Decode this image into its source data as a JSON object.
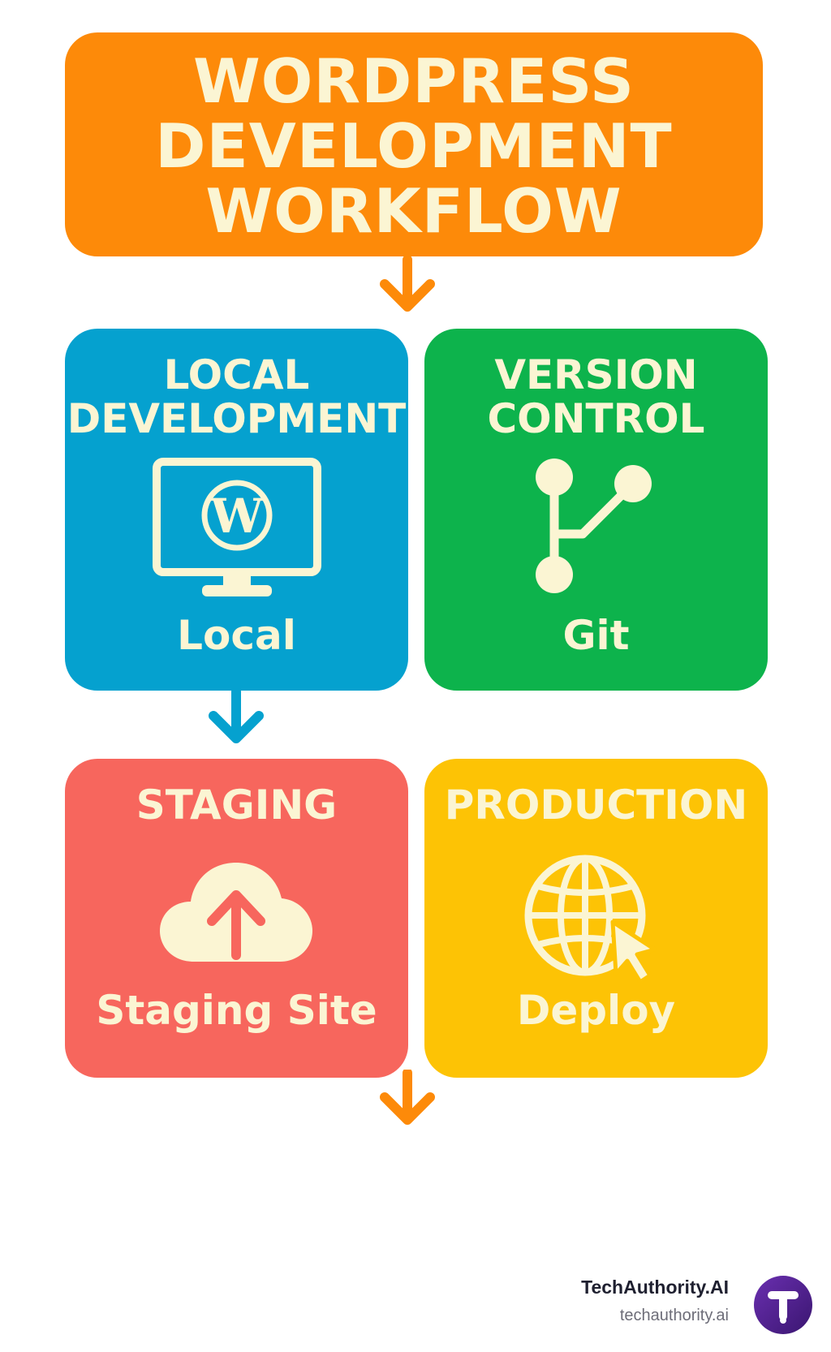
{
  "title": {
    "lines": [
      "WORDPRESS",
      "DEVELOPMENT",
      "WORKFLOW"
    ]
  },
  "cards": {
    "local": {
      "title_lines": [
        "LOCAL",
        "DEVELOPMENT"
      ],
      "label": "Local",
      "icon": "wordpress-monitor-icon"
    },
    "version_control": {
      "title_lines": [
        "VERSION",
        "CONTROL"
      ],
      "label": "Git",
      "icon": "git-branch-icon"
    },
    "staging": {
      "title_lines": [
        "STAGING"
      ],
      "label": "Staging Site",
      "icon": "cloud-upload-icon"
    },
    "production": {
      "title_lines": [
        "PRODUCTION"
      ],
      "label": "Deploy",
      "icon": "globe-cursor-icon"
    }
  },
  "brand": {
    "name": "TechAuthority.AI",
    "url": "techauthority.ai",
    "logo_letter": "T",
    "icon": "techauthority-logo-icon"
  },
  "colors": {
    "title_bg": "#fd8a09",
    "local_bg": "#05a1cf",
    "version_control_bg": "#0db34c",
    "staging_bg": "#f7665d",
    "production_bg": "#fdc305",
    "text": "#fbf5d3",
    "arrow_orange": "#fd8a09",
    "arrow_blue": "#05a1cf"
  }
}
